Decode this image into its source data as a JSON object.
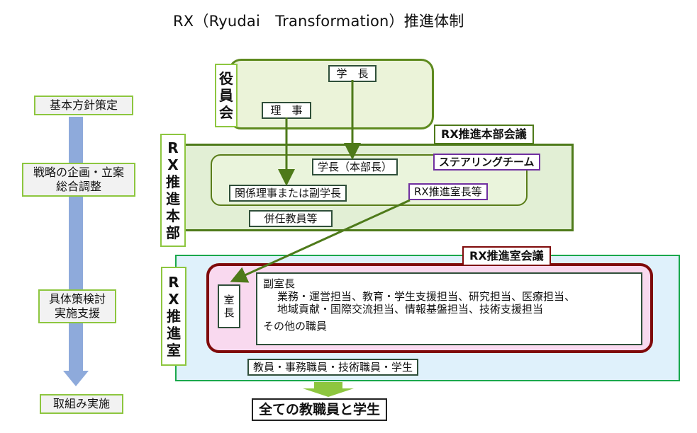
{
  "title": "RX（Ryudai　Transformation）推進体制",
  "process": {
    "stages": [
      {
        "lines": [
          "基本方針策定"
        ]
      },
      {
        "lines": [
          "戦略の企画・立案",
          "総合調整"
        ]
      },
      {
        "lines": [
          "具体策検討",
          "実施支援"
        ]
      },
      {
        "lines": [
          "取組み実施"
        ]
      }
    ]
  },
  "yakuinkai": {
    "label_chars": [
      "役",
      "員",
      "会"
    ],
    "president": "学　長",
    "director": "理　事"
  },
  "honbu": {
    "label_chars": [
      "R",
      "X",
      "推",
      "進",
      "本",
      "部"
    ],
    "meeting": "RX推進本部会議",
    "steering_team": "ステアリングチーム",
    "head": "学長（本部長）",
    "vice": "関係理事または副学長",
    "office_head": "RX推進室長等",
    "concurrent_faculty": "併任教員等"
  },
  "shitsu": {
    "label_chars": [
      "R",
      "X",
      "推",
      "進",
      "室"
    ],
    "meeting": "RX推進室会議",
    "director_chars": [
      "室",
      "長"
    ],
    "deputy_title": "副室長",
    "deputy_roles_line1": "業務・運営担当、教育・学生支援担当、研究担当、医療担当、",
    "deputy_roles_line2": "地域貢献・国際交流担当、情報基盤担当、技術支援担当",
    "other_staff": "その他の職員",
    "members": "教員・事務職員・技術職員・学生"
  },
  "final_target": "全ての教職員と学生",
  "colors": {
    "flow_arrow": "#8eaadb",
    "stage_border": "#8dc63f",
    "connector": "#4e7a1a",
    "steering_border": "#7030a0",
    "office_meeting_border": "#7f0a0a",
    "office_fill": "#f9d9ef",
    "office_outer_border": "#1aa84c",
    "office_outer_fill": "#dff1fb",
    "down_arrow": "#8dc63f"
  }
}
